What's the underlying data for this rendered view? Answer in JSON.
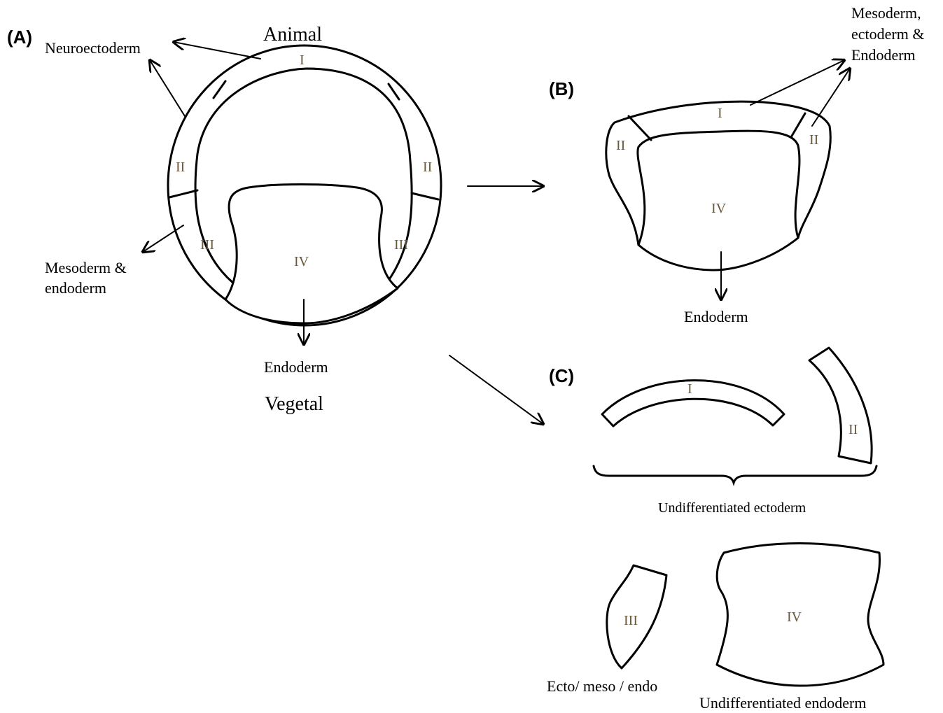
{
  "panels": {
    "a": "(A)",
    "b": "(B)",
    "c": "(C)"
  },
  "poles": {
    "animal": "Animal",
    "vegetal": "Vegetal"
  },
  "regions": {
    "i": "I",
    "ii": "II",
    "iii": "III",
    "iv": "IV"
  },
  "panel_a": {
    "neuroectoderm": "Neuroectoderm",
    "mesoderm_endoderm": [
      "Mesoderm &",
      "endoderm"
    ],
    "endoderm": "Endoderm"
  },
  "panel_b": {
    "fates": [
      "Mesoderm,",
      "ectoderm &",
      "Endoderm"
    ],
    "endoderm": "Endoderm"
  },
  "panel_c": {
    "undiff_ectoderm": "Undifferentiated ectoderm",
    "ecto_meso_endo": "Ecto/ meso / endo",
    "undiff_endoderm": "Undifferentiated endoderm"
  }
}
